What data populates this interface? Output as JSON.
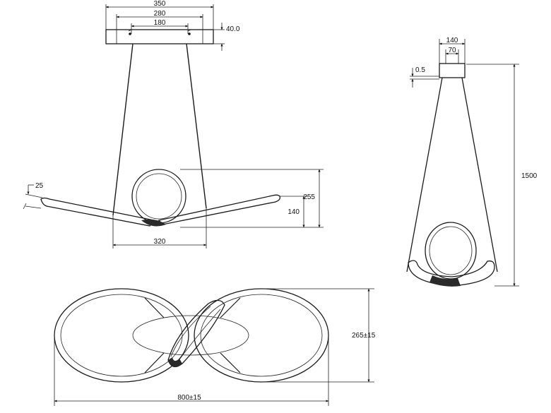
{
  "front_view": {
    "canopy_width": "350",
    "inner_width": "280",
    "hole_spacing": "180",
    "canopy_height": "40.0",
    "arm_thickness": "25",
    "ring_height": "255",
    "ring_lower": "140",
    "span_width": "320"
  },
  "side_view": {
    "canopy_width": "140",
    "inner_width": "70",
    "gap": "0.5",
    "overall_height": "1500"
  },
  "top_view": {
    "width": "800±15",
    "depth": "265±15"
  },
  "colors": {
    "line": "#1a1a1a",
    "fill_dark": "#2a2a2a"
  }
}
